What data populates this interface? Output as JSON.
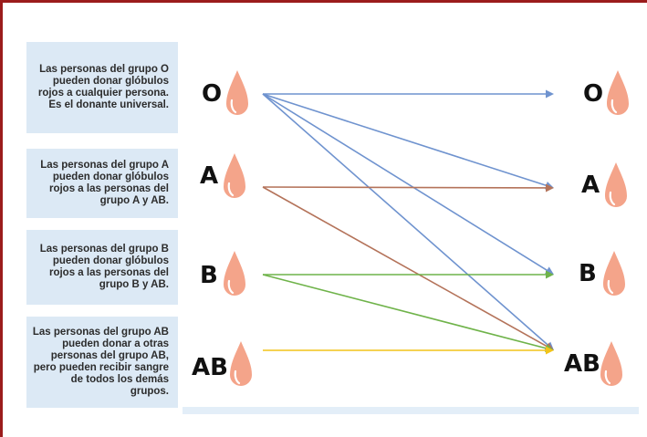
{
  "donors": [
    {
      "label": "O",
      "text": "Las personas del grupo O pueden donar glóbulos rojos a cualquier persona. Es el donante universal."
    },
    {
      "label": "A",
      "text": "Las personas del grupo A pueden donar glóbulos rojos a las personas del grupo A y AB."
    },
    {
      "label": "B",
      "text": "Las personas del grupo B pueden donar glóbulos rojos a las personas del grupo B y AB."
    },
    {
      "label": "AB",
      "text": "Las personas del grupo AB pueden donar a otras personas del grupo AB, pero pueden recibir sangre de todos los demás grupos."
    }
  ],
  "recipients": [
    {
      "label": "O"
    },
    {
      "label": "A"
    },
    {
      "label": "B"
    },
    {
      "label": "AB"
    }
  ],
  "arrows": [
    {
      "from": "O",
      "to": "O",
      "color": "#6f93cf"
    },
    {
      "from": "O",
      "to": "A",
      "color": "#6f93cf"
    },
    {
      "from": "O",
      "to": "B",
      "color": "#6f93cf"
    },
    {
      "from": "O",
      "to": "AB",
      "color": "#6f93cf"
    },
    {
      "from": "A",
      "to": "A",
      "color": "#b4735a"
    },
    {
      "from": "A",
      "to": "AB",
      "color": "#b4735a"
    },
    {
      "from": "B",
      "to": "B",
      "color": "#6fb34a"
    },
    {
      "from": "B",
      "to": "AB",
      "color": "#6fb34a"
    },
    {
      "from": "AB",
      "to": "AB",
      "color": "#f2c419"
    }
  ],
  "colors": {
    "drop": "#f4a48a",
    "drop_highlight": "#ffffff",
    "box_background": "#dce9f5",
    "frame": "#9b1c1c"
  }
}
